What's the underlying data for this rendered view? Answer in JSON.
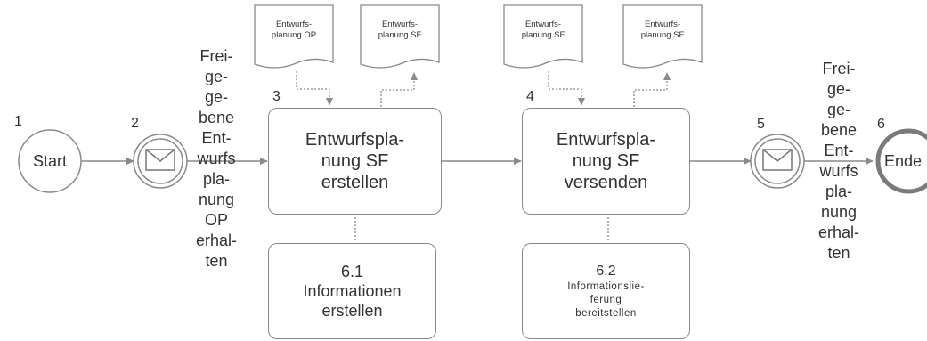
{
  "diagram": {
    "numbers": {
      "n1": "1",
      "n2": "2",
      "n3": "3",
      "n4": "4",
      "n5": "5",
      "n6": "6"
    },
    "start_event": {
      "label": "Start"
    },
    "end_event": {
      "label": "Ende"
    },
    "message_event_2": {
      "label": "Frei-\nge-\nge-\nbene\nEnt-\nwurfs\npla-\nnung\nOP\nerhal-\nten"
    },
    "message_event_5": {
      "label": "Frei-\nge-\nge-\nbene\nEnt-\nwurfs\npla-\nnung\nerhal-\nten"
    },
    "task_3": {
      "label": "Entwurfspla-\nnung SF\nerstellen"
    },
    "task_4": {
      "label": "Entwurfspla-\nnung SF\nversenden"
    },
    "subprocess_61": {
      "label": "6.1\nInformationen\nerstellen"
    },
    "subprocess_62": {
      "number": "6.2",
      "label": "Informationslie-\nferung\nbereitstellen"
    },
    "documents": {
      "doc_in_3": "Entwurfs-\nplanung OP",
      "doc_out_3": "Entwurfs-\nplanung SF",
      "doc_in_4": "Entwurfs-\nplanung SF",
      "doc_out_4": "Entwurfs-\nplanung SF"
    },
    "colors": {
      "stroke": "#8a8a8a",
      "text": "#333333",
      "end_stroke": "#7a7a7a"
    }
  }
}
